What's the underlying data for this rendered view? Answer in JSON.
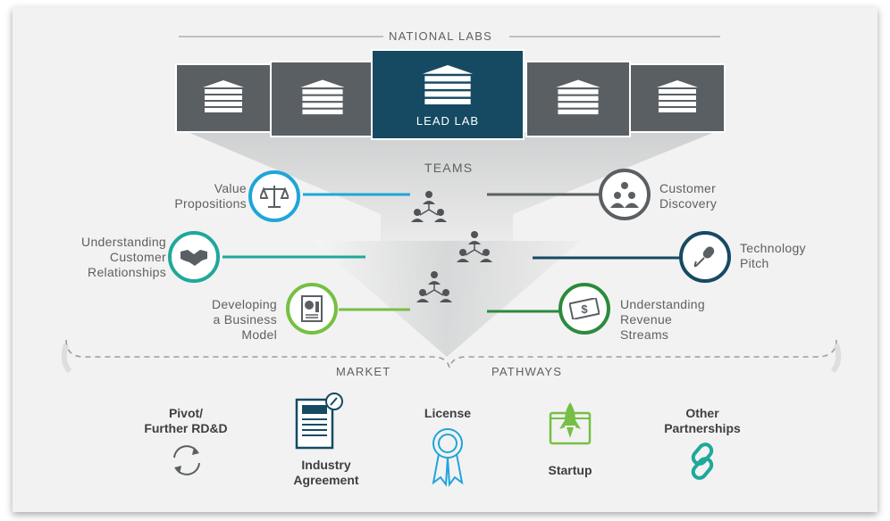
{
  "header": {
    "national_labs": "NATIONAL LABS"
  },
  "labs": {
    "lead_label": "LEAD LAB"
  },
  "teams_label": "TEAMS",
  "left_topics": [
    {
      "label": "Value\nPropositions",
      "color": "#1fa5d9",
      "icon": "scales-icon"
    },
    {
      "label": "Understanding\nCustomer\nRelationships",
      "color": "#1fa89a",
      "icon": "handshake-icon"
    },
    {
      "label": "Developing\na Business\nModel",
      "color": "#76bf44",
      "icon": "report-icon"
    }
  ],
  "right_topics": [
    {
      "label": "Customer\nDiscovery",
      "color": "#5a5f63",
      "icon": "people-lightbulb-icon"
    },
    {
      "label": "Technology\nPitch",
      "color": "#164a63",
      "icon": "microphone-icon"
    },
    {
      "label": "Understanding\nRevenue\nStreams",
      "color": "#2c8a3c",
      "icon": "money-icon"
    }
  ],
  "market": {
    "left": "MARKET",
    "right": "PATHWAYS"
  },
  "pathways": [
    {
      "label": "Pivot/\nFurther RD&D",
      "icon": "cycle-arrows-icon",
      "color": "#5a5f63"
    },
    {
      "label": "Industry\nAgreement",
      "icon": "contract-icon",
      "color": "#164a63"
    },
    {
      "label": "License",
      "icon": "ribbon-icon",
      "color": "#1fa5d9"
    },
    {
      "label": "Startup",
      "icon": "rocket-icon",
      "color": "#76bf44"
    },
    {
      "label": "Other\nPartnerships",
      "icon": "chain-link-icon",
      "color": "#1fa89a"
    }
  ]
}
